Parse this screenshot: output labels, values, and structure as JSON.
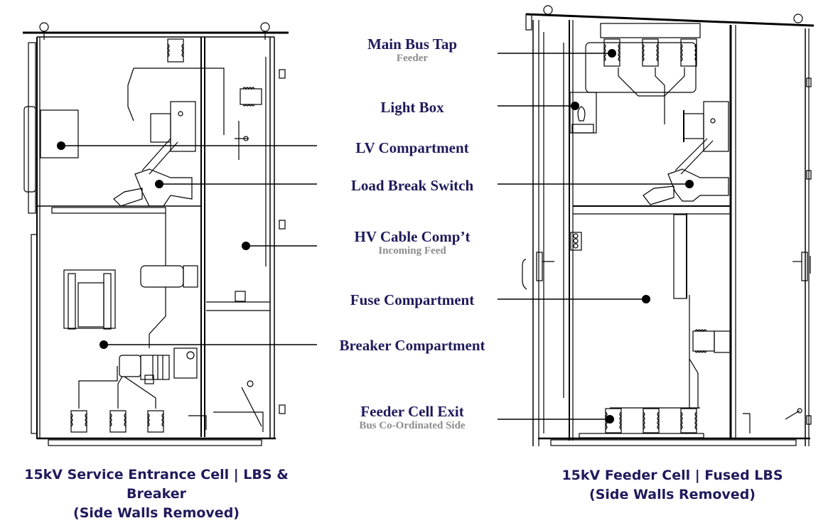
{
  "colors": {
    "label_main": "#1f1a5c",
    "label_sub": "#8c8c8c",
    "line": "#000000"
  },
  "labels": [
    {
      "id": "main-bus-tap",
      "text": "Main Bus Tap",
      "sub": "Feeder"
    },
    {
      "id": "light-box",
      "text": "Light Box"
    },
    {
      "id": "lv-compartment",
      "text": "LV Compartment"
    },
    {
      "id": "load-break-switch",
      "text": "Load Break Switch"
    },
    {
      "id": "hv-cable-compt",
      "text": "HV Cable Comp’t",
      "sub": "Incoming Feed"
    },
    {
      "id": "fuse-compartment",
      "text": "Fuse Compartment"
    },
    {
      "id": "breaker-compartment",
      "text": "Breaker Compartment"
    },
    {
      "id": "feeder-cell-exit",
      "text": "Feeder Cell Exit",
      "sub": "Bus Co-Ordinated Side"
    }
  ],
  "captions": {
    "left": {
      "line1": "15kV Service Entrance Cell | LBS & Breaker",
      "line2": "(Side Walls Removed)"
    },
    "right": {
      "line1": "15kV Feeder Cell | Fused LBS",
      "line2": "(Side Walls Removed)"
    }
  }
}
